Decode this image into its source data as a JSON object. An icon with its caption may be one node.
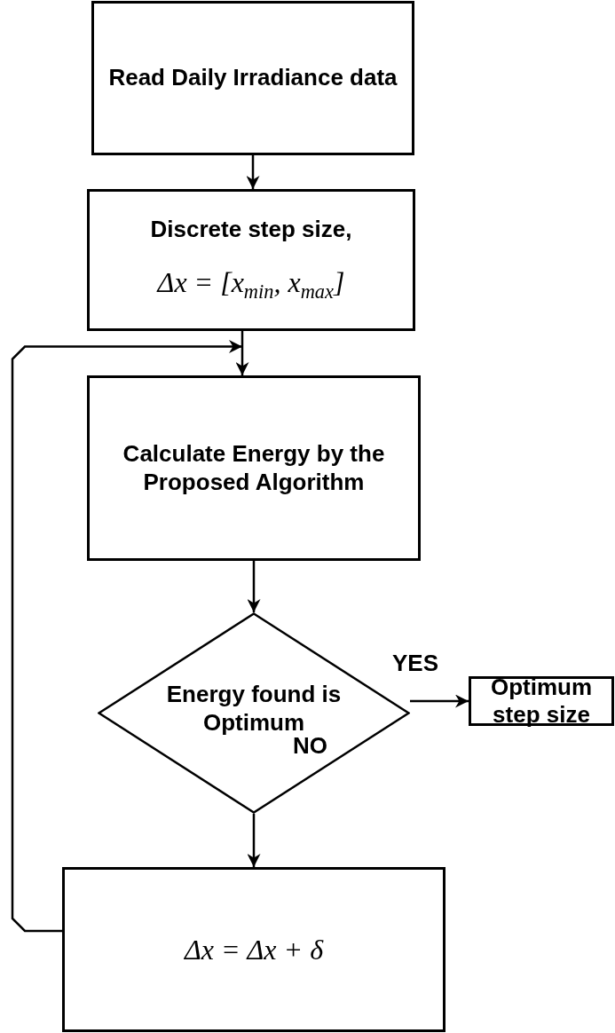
{
  "diagram": {
    "nodes": [
      {
        "text": [
          "Read Daily Irradiance data"
        ]
      },
      {
        "text": [
          "Discrete step size,",
          "Δx = [x$_{min}$, x$_{max}$]"
        ]
      },
      {
        "text": [
          "Calculate Energy by the Proposed Algorithm"
        ]
      },
      {
        "text": [
          "Energy found is Optimum"
        ]
      },
      {
        "text": [
          "Optimum step size"
        ]
      },
      {
        "text": [
          "Δx = Δx + δ"
        ]
      }
    ],
    "edges": [
      {
        "from": 0,
        "to": 1,
        "arrow": "to"
      },
      {
        "from": 1,
        "to": 2,
        "arrow": "to"
      },
      {
        "from": 2,
        "to": 3,
        "arrow": "to"
      },
      {
        "from": 3,
        "to": 4,
        "arrow": "to",
        "label": "YES"
      },
      {
        "from": 3,
        "to": 5,
        "arrow": "to",
        "label": "NO"
      },
      {
        "from": 5,
        "to": 2,
        "arrow": "to"
      }
    ]
  }
}
